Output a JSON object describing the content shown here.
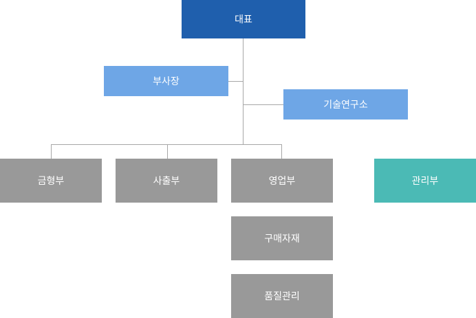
{
  "chart": {
    "ceo": "대표",
    "vice_president": "부사장",
    "research_lab": "기술연구소",
    "departments": {
      "mold": "금형부",
      "injection": "사출부",
      "sales": "영업부",
      "management": "관리부"
    },
    "sales_subunits": {
      "purchasing": "구매자재",
      "quality": "품질관리"
    }
  },
  "colors": {
    "ceo": "#1f5fad",
    "staff": "#6ea6e6",
    "department": "#999999",
    "management": "#4bbab5",
    "connector": "#a6a6a6"
  }
}
